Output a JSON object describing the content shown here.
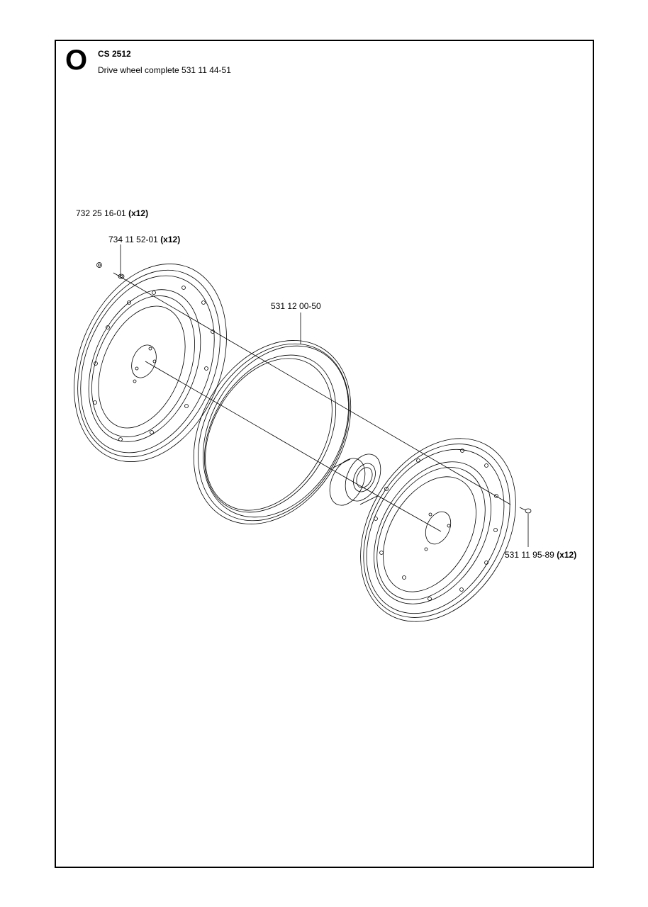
{
  "header": {
    "section_letter": "O",
    "model": "CS 2512",
    "description": "Drive wheel complete 531 11 44-51"
  },
  "parts": [
    {
      "number": "732 25 16-01",
      "qty": "(x12)"
    },
    {
      "number": "734 11 52-01",
      "qty": "(x12)"
    },
    {
      "number": "531 12 00-50",
      "qty": ""
    },
    {
      "number": "531 11 95-89",
      "qty": "(x12)"
    }
  ]
}
